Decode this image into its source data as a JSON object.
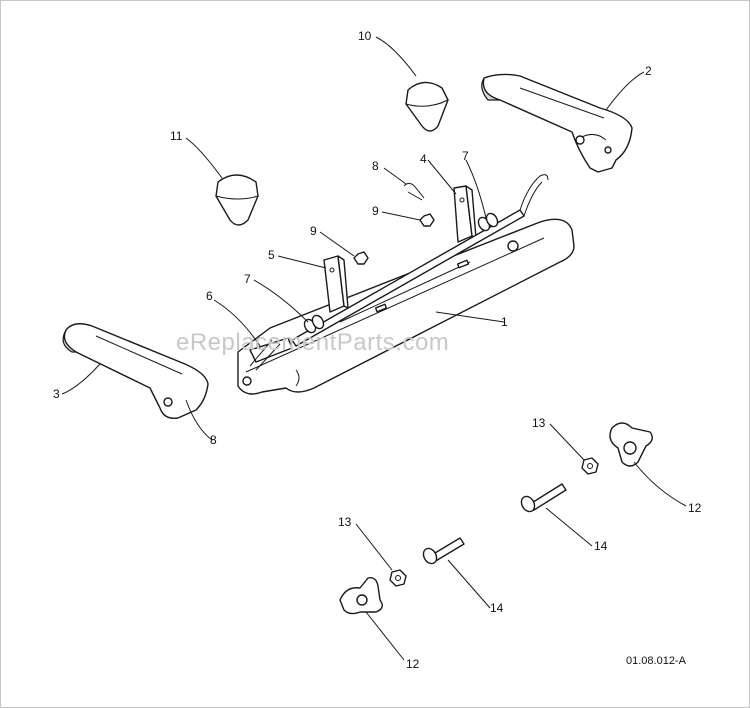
{
  "diagram": {
    "watermark": "eReplacementParts.com",
    "figure_code": "01.08.012-A",
    "callouts": [
      "1",
      "2",
      "3",
      "4",
      "5",
      "6",
      "7",
      "7",
      "8",
      "8",
      "9",
      "9",
      "10",
      "11",
      "12",
      "12",
      "13",
      "13",
      "14",
      "14"
    ]
  }
}
